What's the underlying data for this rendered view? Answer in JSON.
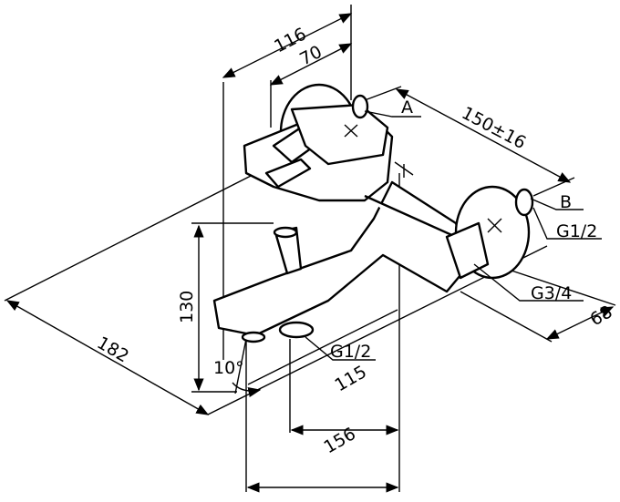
{
  "drawing": {
    "title": "Bath mixer dimensional drawing",
    "dimensions": {
      "d116": "116",
      "d70": "70",
      "d150": "150±16",
      "d182": "182",
      "d130": "130",
      "d10": "10°",
      "d115": "115",
      "d156": "156",
      "d68": "68"
    },
    "callouts": {
      "a": "A",
      "b": "B",
      "g12_right": "G1/2",
      "g34": "G3/4",
      "g12_bottom": "G1/2"
    }
  }
}
